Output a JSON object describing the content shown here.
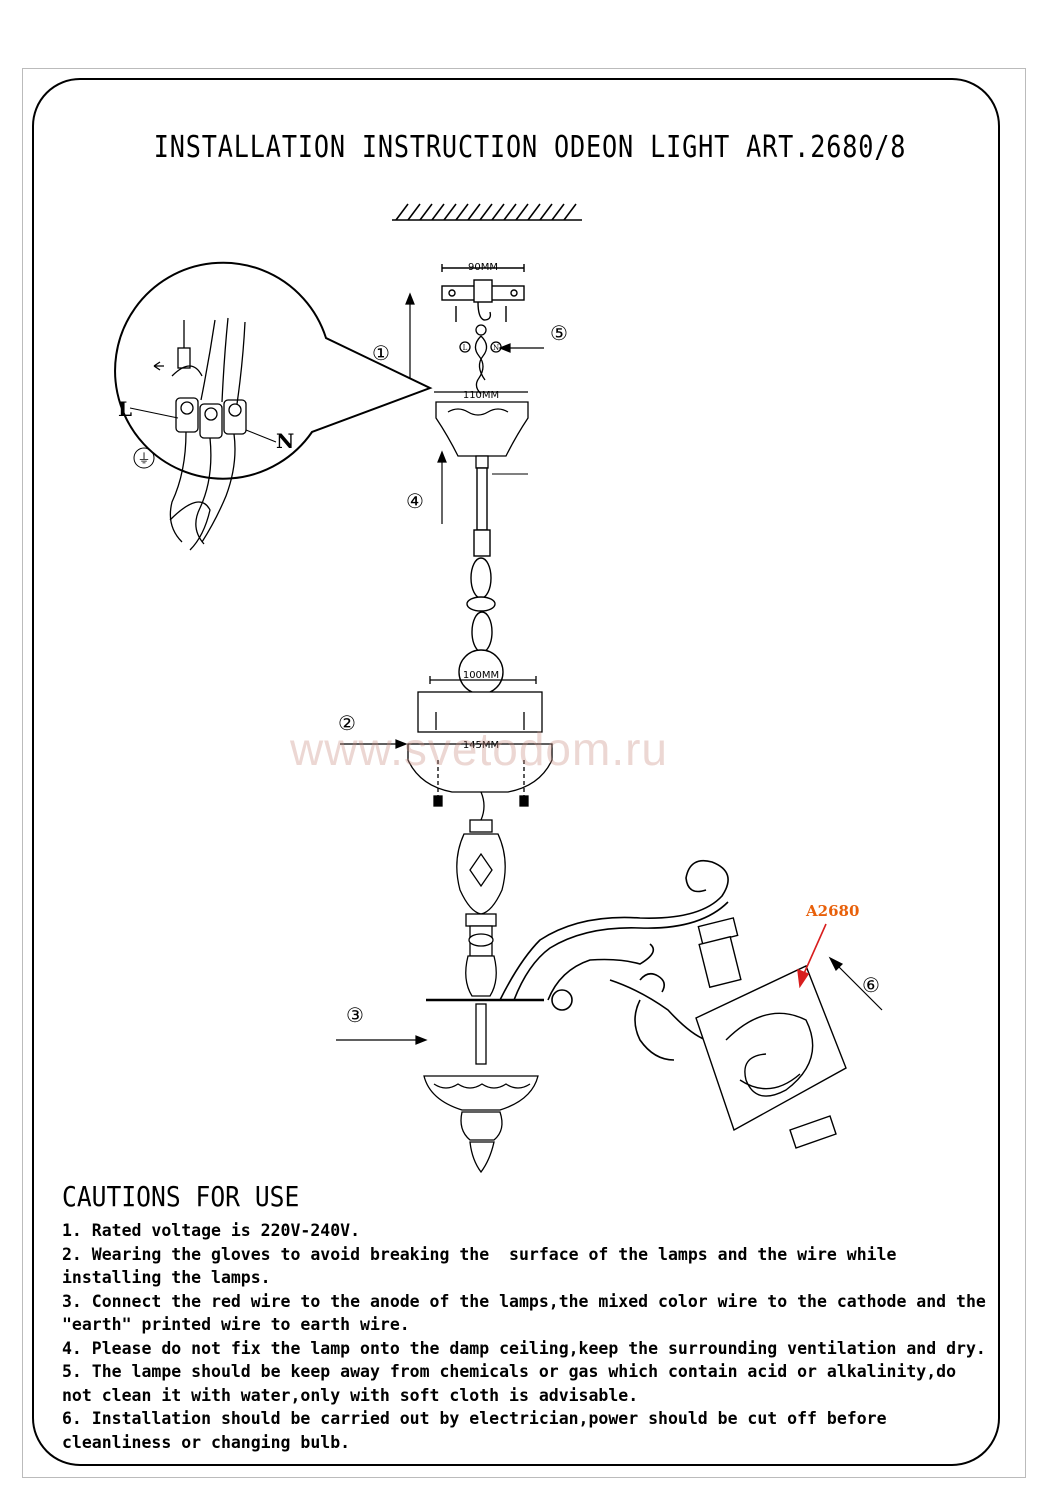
{
  "title": "INSTALLATION INSTRUCTION ODEON LIGHT ART.2680/8",
  "watermark": "www.svetodom.ru",
  "diagram": {
    "steps": [
      "①",
      "②",
      "③",
      "④",
      "⑤",
      "⑥"
    ],
    "dimensions": {
      "bracket": "90MM",
      "canopy": "110MM",
      "ring": "100MM",
      "plate": "145MM"
    },
    "wire_labels": {
      "live": "L",
      "neutral": "N",
      "earth": "⏚"
    },
    "connector_labels": {
      "left": "L",
      "right": "N"
    },
    "part_label": "A2680"
  },
  "cautions": {
    "heading": "CAUTIONS FOR USE",
    "items": [
      "1. Rated voltage is 220V-240V.",
      "2. Wearing the gloves to avoid breaking the  surface of the lamps and the wire while installing the lamps.",
      "3. Connect the red wire to the anode of the lamps,the mixed color wire to the cathode and the \"earth\" printed wire to earth wire.",
      "4. Please do not fix the lamp onto the damp ceiling,keep the surrounding ventilation and dry.",
      "5. The lampe should be keep away from chemicals or gas which contain acid or alkalinity,do not clean it with water,only with soft cloth is advisable.",
      "6. Installation should be carried out by electrician,power should be cut off before cleanliness or changing bulb."
    ]
  },
  "colors": {
    "label_accent": "#e8600a",
    "arrow_accent": "#d81e1e"
  }
}
